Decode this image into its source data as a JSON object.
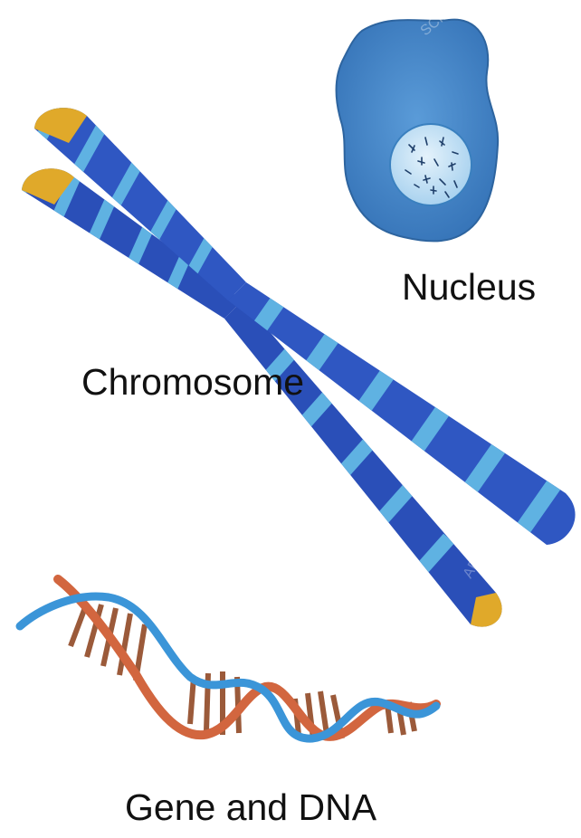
{
  "labels": {
    "nucleus": "Nucleus",
    "chromosome": "Chromosome",
    "gene_dna": "Gene and DNA"
  },
  "watermark": "SCIENCE PHOTO LIBRARY",
  "colors": {
    "nucleus_body": "#3f7fc4",
    "nucleus_outline": "#2f6aa8",
    "nucleolus": "#cfe6f6",
    "chromosome_dark": "#2a4fb8",
    "chromosome_light": "#5fb2e2",
    "chromosome_tip": "#e0a92a",
    "dna_strand_blue": "#3b95d8",
    "dna_strand_orange": "#d2663f",
    "dna_rung": "#9b5a3a"
  }
}
